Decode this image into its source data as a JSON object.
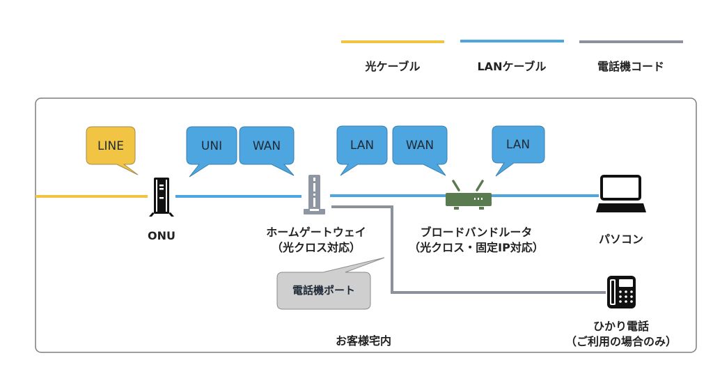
{
  "colors": {
    "fiber": "#f2c443",
    "lan": "#4ea6e0",
    "phone": "#8c929c",
    "bubble_yellow": "#f2c443",
    "bubble_blue": "#4ea6e0",
    "bubble_gray": "#cfcfcf",
    "router_green": "#5a7a4f",
    "hgw_gray": "#8e95a3",
    "frame": "#7d7d7d"
  },
  "legend": [
    {
      "label": "光ケーブル",
      "color_key": "fiber"
    },
    {
      "label": "LANケーブル",
      "color_key": "lan"
    },
    {
      "label": "電話機コード",
      "color_key": "phone"
    }
  ],
  "premises_label": "お客様宅内",
  "devices": {
    "onu": {
      "line1": "ONU"
    },
    "hgw": {
      "line1": "ホームゲートウェイ",
      "line2": "（光クロス対応）"
    },
    "router": {
      "line1": "ブロードバンドルータ",
      "line2": "（光クロス・固定IP対応）"
    },
    "pc": {
      "line1": "パソコン"
    },
    "phone": {
      "line1": "ひかり電話",
      "line2": "（ご利用の場合のみ）"
    }
  },
  "bubbles": {
    "line": "LINE",
    "uni": "UNI",
    "hgw_wan": "WAN",
    "hgw_lan": "LAN",
    "router_wan": "WAN",
    "router_lan": "LAN",
    "phone_port": "電話機ポート"
  }
}
